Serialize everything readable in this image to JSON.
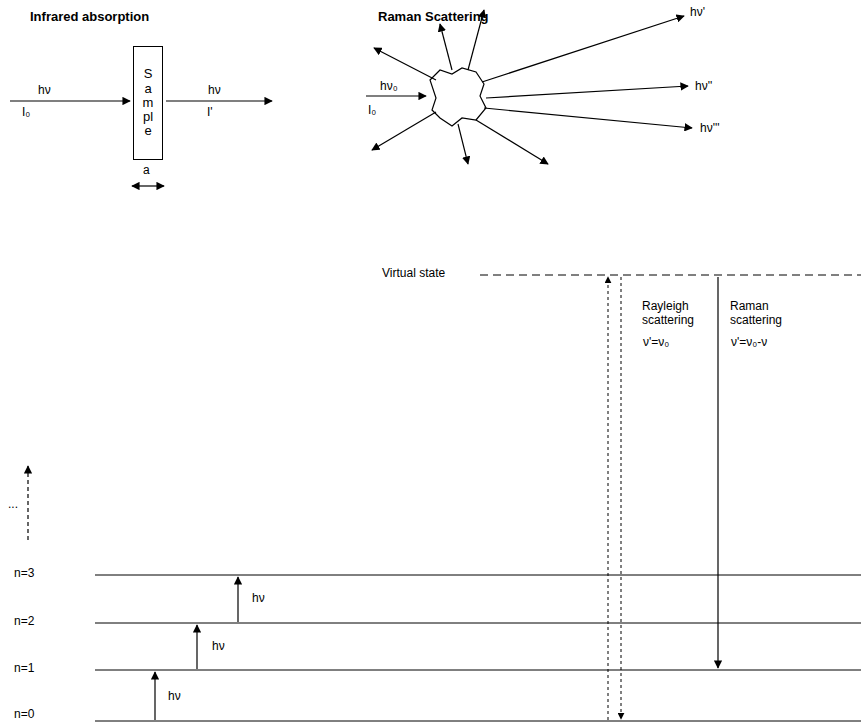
{
  "diagram": {
    "nodes": [
      {
        "text": [
          "Sample"
        ]
      }
    ],
    "labels": [
      "Infrared absorption",
      "Raman Scattering",
      "hν",
      "I₀",
      "hν",
      "I'",
      "a",
      "hν₀",
      "I₀",
      "hν'",
      "hν''",
      "hν'''",
      "Virtual state",
      "Rayleigh scattering",
      "ν'=ν₀",
      "Raman scattering",
      "ν'=ν₀-ν",
      "...",
      "n=3",
      "n=2",
      "n=1",
      "n=0",
      "hν",
      "hν",
      "hν"
    ]
  }
}
